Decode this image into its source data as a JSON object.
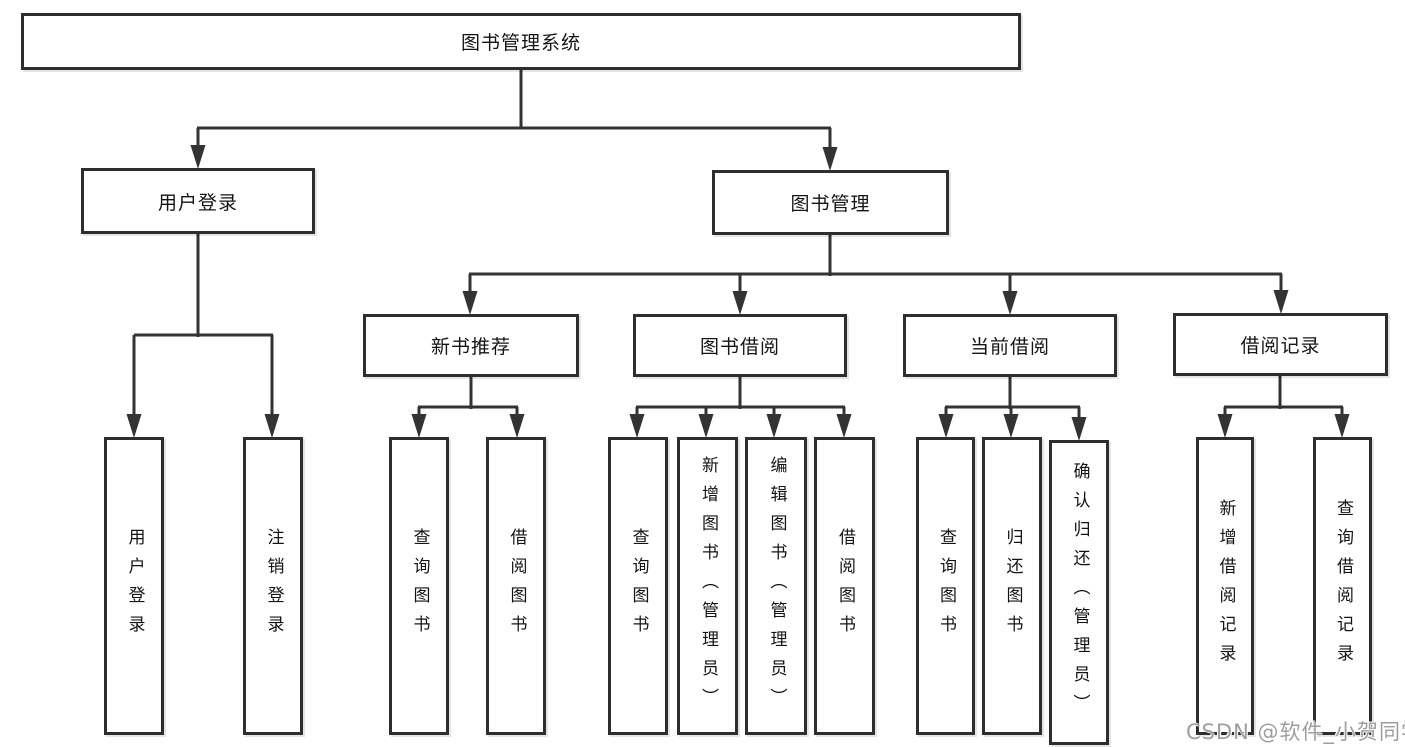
{
  "nodes": {
    "root": {
      "label": "图书管理系统"
    },
    "level2": [
      {
        "label": "用户登录"
      },
      {
        "label": "图书管理"
      }
    ],
    "level3": [
      {
        "label": "新书推荐",
        "parent": "图书管理"
      },
      {
        "label": "图书借阅",
        "parent": "图书管理"
      },
      {
        "label": "当前借阅",
        "parent": "图书管理"
      },
      {
        "label": "借阅记录",
        "parent": "图书管理"
      }
    ],
    "leaves": [
      {
        "label": "用户登录",
        "parent": "用户登录"
      },
      {
        "label": "注销登录",
        "parent": "用户登录"
      },
      {
        "label": "查询图书",
        "parent": "新书推荐"
      },
      {
        "label": "借阅图书",
        "parent": "新书推荐"
      },
      {
        "label": "查询图书",
        "parent": "图书借阅"
      },
      {
        "label": "新增图书（管理员）",
        "parent": "图书借阅"
      },
      {
        "label": "编辑图书（管理员）",
        "parent": "图书借阅"
      },
      {
        "label": "借阅图书",
        "parent": "图书借阅"
      },
      {
        "label": "查询图书",
        "parent": "当前借阅"
      },
      {
        "label": "归还图书",
        "parent": "当前借阅"
      },
      {
        "label": "确认归还（管理员）",
        "parent": "当前借阅"
      },
      {
        "label": "新增借阅记录",
        "parent": "借阅记录"
      },
      {
        "label": "查询借阅记录",
        "parent": "借阅记录"
      }
    ]
  },
  "watermark": {
    "text": "CSDN @软件_小贺同学"
  },
  "colors": {
    "line": "#333333",
    "box_border": "#2e2e2e",
    "box_fill": "#ffffff",
    "text": "#141414",
    "watermark": "#9e9e9e"
  }
}
